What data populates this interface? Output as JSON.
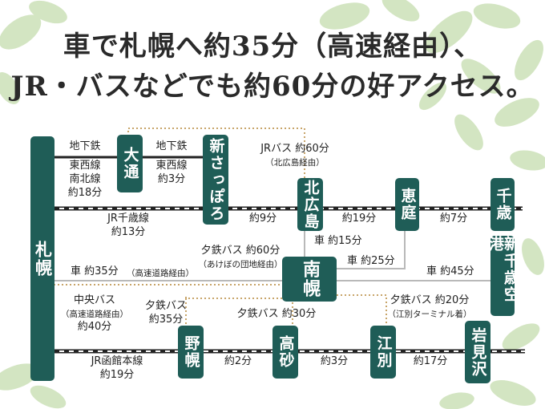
{
  "headline": {
    "line1": "車で札幌へ約35分（高速経由）、",
    "line2": "JR・バスなどでも約60分の好アクセス。"
  },
  "colors": {
    "station": "#1f5d57",
    "road": "#b9b9b9",
    "bus_route": "#c8a56a",
    "rail": "#222222",
    "leaf": "#a8c88c"
  },
  "stations": {
    "sapporo": "札幌",
    "odori": "大通",
    "shin_sapporo": "新さっぽろ",
    "kita_hiroshima": "北広島",
    "eniwa": "恵庭",
    "chitose": "千歳",
    "shin_chitose": "新千歳空港",
    "minami_horo": "南幌",
    "nopporo": "野幌",
    "takasago": "高砂",
    "ebetsu": "江別",
    "iwamizawa": "岩見沢"
  },
  "routes": {
    "subway1_name": "地下鉄",
    "subway1_lines": "東西線",
    "subway1_lines2": "南北線",
    "subway1_time": "約18分",
    "subway2_name": "地下鉄",
    "subway2_line": "東西線",
    "subway2_time": "約3分",
    "jr_bus_name": "JRバス 約60分",
    "jr_bus_via": "（北広島経由）",
    "jr_chitose_name": "JR千歳線",
    "jr_chitose_time": "約13分",
    "chitose_seg1": "約9分",
    "chitose_seg2": "約19分",
    "chitose_seg3": "約7分",
    "yutetsu_akebono": "夕鉄バス 約60分",
    "yutetsu_akebono_via": "（あけぼの団地経由）",
    "car_kita": "車 約15分",
    "car_eniwa": "車 約25分",
    "car_sapporo": "車 約35分",
    "car_sapporo_via": "（高速道路経由）",
    "car_airport": "車 約45分",
    "chuo_bus_name": "中央バス",
    "chuo_bus_via": "（高速道路経由）",
    "chuo_bus_time": "約40分",
    "yutetsu_nopporo_name": "夕鉄バス",
    "yutetsu_nopporo_time": "約35分",
    "yutetsu_takasago": "夕鉄バス 約30分",
    "yutetsu_ebetsu": "夕鉄バス 約20分",
    "yutetsu_ebetsu_via": "（江別ターミナル着）",
    "hakodate_name": "JR函館本線",
    "hakodate_time": "約19分",
    "hakodate_seg1": "約2分",
    "hakodate_seg2": "約3分",
    "hakodate_seg3": "約17分"
  }
}
